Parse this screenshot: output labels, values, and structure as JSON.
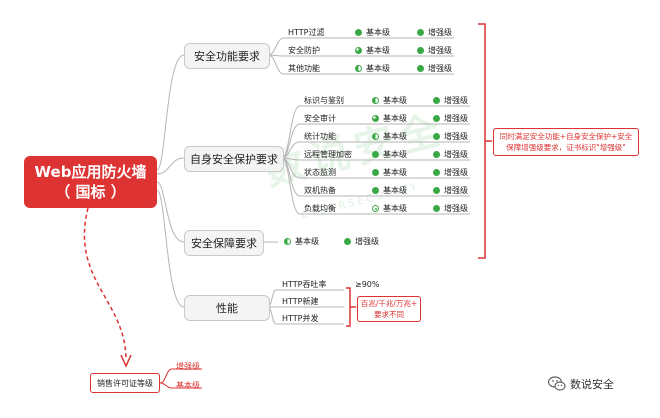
{
  "root": {
    "line1": "Web应用防火墙",
    "line2": "（ 国标 ）"
  },
  "levels": {
    "basic": "基本级",
    "enhanced": "增强级"
  },
  "categories": {
    "func": {
      "label": "安全功能要求",
      "items": [
        "HTTP过滤",
        "安全防护",
        "其他功能"
      ]
    },
    "self": {
      "label": "自身安全保护要求",
      "items": [
        "标识与鉴别",
        "安全审计",
        "统计功能",
        "远程管理加密",
        "状态监测",
        "双机热备",
        "负载均衡"
      ]
    },
    "assure": {
      "label": "安全保障要求"
    },
    "perf": {
      "label": "性能",
      "items": [
        "HTTP吞吐率",
        "HTTP新建",
        "HTTP并发"
      ],
      "throughput": "≥90%"
    }
  },
  "notes": {
    "enhanced_label_line1": "同时满足安全功能+自身安全保护+安全",
    "enhanced_label_line2": "保障增强级要求，证书标识\"增强级\"",
    "perf_line1": "百兆/千兆/万兆+",
    "perf_line2": "要求不同"
  },
  "license": {
    "label": "销售许可证等级",
    "enhanced": "增强级",
    "basic": "基本级"
  },
  "watermark": {
    "text": "数说安全",
    "sub": "CYBERSECURITY"
  },
  "brand": {
    "name": "数说安全"
  },
  "colors": {
    "accent": "#dd3333",
    "green": "#3aa845"
  }
}
